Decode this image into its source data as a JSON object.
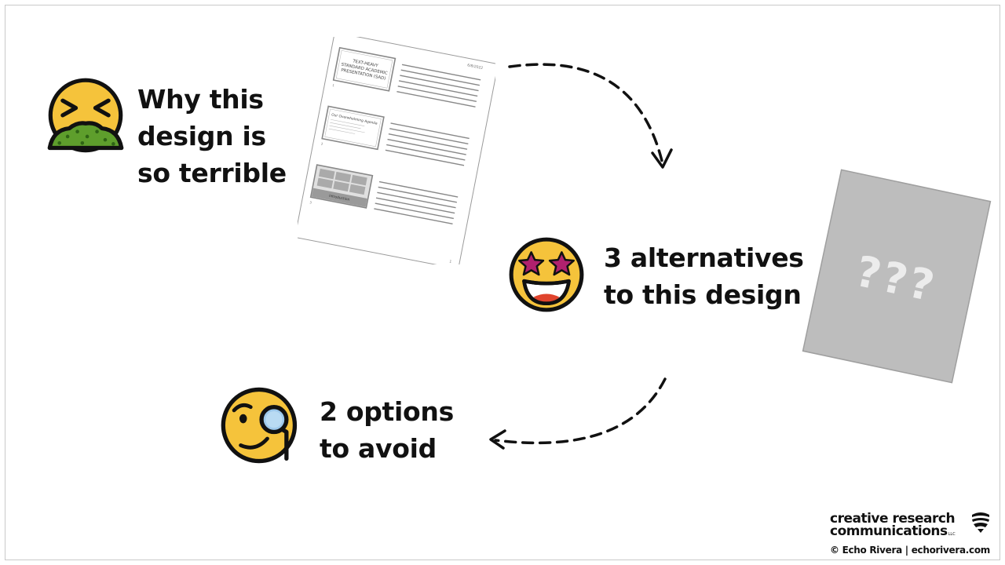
{
  "slide": {
    "items": [
      {
        "lines": [
          "Why this",
          "design is",
          "so terrible"
        ],
        "emoji": "nauseated-face-icon"
      },
      {
        "lines": [
          "3 alternatives",
          "to this design"
        ],
        "emoji": "star-struck-face-icon"
      },
      {
        "lines": [
          "2 options",
          "to avoid"
        ],
        "emoji": "monocle-face-icon"
      }
    ],
    "handout": {
      "date": "6/8/2022",
      "slide1_title": [
        "TEXT-HEAVY",
        "STANDARD ACADEMIC",
        "PRESENTATION (SAD)"
      ],
      "slide2_title": "Our Overwhelming Agenda",
      "slide3_title": "Introduction",
      "slide_numbers": [
        "1",
        "2",
        "3"
      ],
      "page_number": "1"
    },
    "placeholder": {
      "text": "???"
    }
  },
  "footer": {
    "brand_line1": "creative research",
    "brand_line2": "communications",
    "brand_suffix": "LLC",
    "credit": "© Echo Rivera | echorivera.com"
  },
  "colors": {
    "emoji_yellow": "#f5c33b",
    "emoji_outline": "#111111",
    "vomit_green": "#5e9e2c",
    "star_magenta": "#b0216e",
    "placeholder_gray": "#bdbdbd"
  }
}
